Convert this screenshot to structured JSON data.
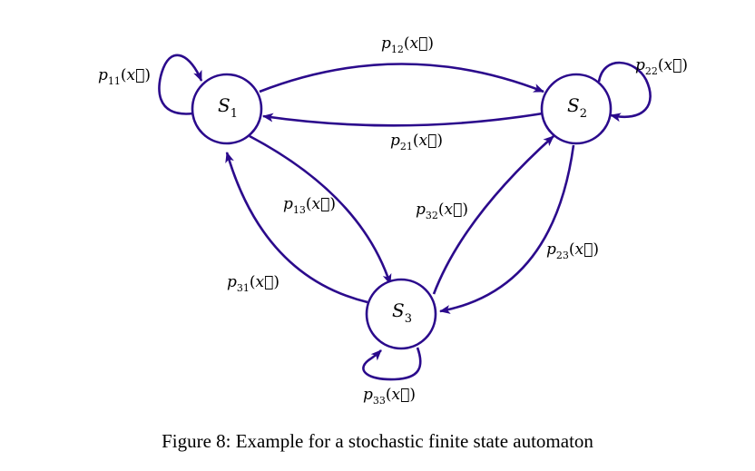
{
  "diagram": {
    "colors": {
      "edge": "#2b0a8c",
      "node_stroke": "#2b0a8c",
      "text": "#000000",
      "background": "#ffffff"
    },
    "states": [
      {
        "id": "S1",
        "letter": "S",
        "subscript": "1"
      },
      {
        "id": "S2",
        "letter": "S",
        "subscript": "2"
      },
      {
        "id": "S3",
        "letter": "S",
        "subscript": "3"
      }
    ],
    "transitions": [
      {
        "id": "p11",
        "from": "S1",
        "to": "S1",
        "symbol": "p",
        "subscript": "11",
        "argument": "x⃗"
      },
      {
        "id": "p12",
        "from": "S1",
        "to": "S2",
        "symbol": "p",
        "subscript": "12",
        "argument": "x⃗"
      },
      {
        "id": "p21",
        "from": "S2",
        "to": "S1",
        "symbol": "p",
        "subscript": "21",
        "argument": "x⃗"
      },
      {
        "id": "p22",
        "from": "S2",
        "to": "S2",
        "symbol": "p",
        "subscript": "22",
        "argument": "x⃗"
      },
      {
        "id": "p13",
        "from": "S1",
        "to": "S3",
        "symbol": "p",
        "subscript": "13",
        "argument": "x⃗"
      },
      {
        "id": "p31",
        "from": "S3",
        "to": "S1",
        "symbol": "p",
        "subscript": "31",
        "argument": "x⃗"
      },
      {
        "id": "p23",
        "from": "S2",
        "to": "S3",
        "symbol": "p",
        "subscript": "23",
        "argument": "x⃗"
      },
      {
        "id": "p32",
        "from": "S3",
        "to": "S2",
        "symbol": "p",
        "subscript": "32",
        "argument": "x⃗"
      },
      {
        "id": "p33",
        "from": "S3",
        "to": "S3",
        "symbol": "p",
        "subscript": "33",
        "argument": "x⃗"
      }
    ]
  },
  "caption": "Figure 8: Example for a stochastic finite state automaton"
}
